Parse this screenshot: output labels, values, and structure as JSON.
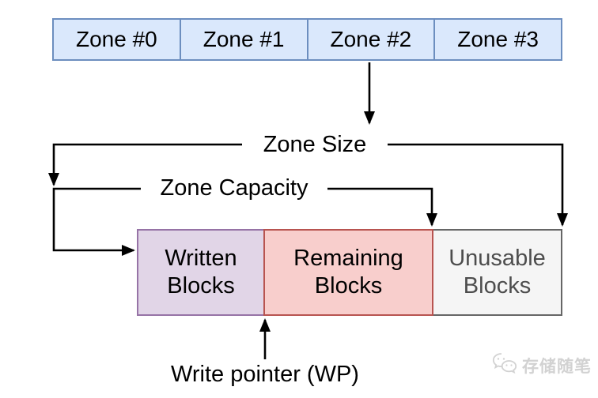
{
  "diagram": {
    "zones": [
      "Zone #0",
      "Zone #1",
      "Zone #2",
      "Zone #3"
    ],
    "labels": {
      "zone_size": "Zone Size",
      "zone_capacity": "Zone Capacity",
      "write_pointer": "Write pointer (WP)"
    },
    "blocks": [
      {
        "label": "Written Blocks",
        "fill": "#e1d5e7",
        "border": "#9673a6",
        "text_color": "#000000"
      },
      {
        "label": "Remaining Blocks",
        "fill": "#f8cecc",
        "border": "#b85450",
        "text_color": "#000000"
      },
      {
        "label": "Unusable Blocks",
        "fill": "#f5f5f5",
        "border": "#666666",
        "text_color": "#4d4d4d"
      }
    ],
    "colors": {
      "zone_fill": "#dae8fc",
      "zone_border": "#6c8ebf",
      "arrow": "#000000",
      "watermark": "#d2d2d2"
    },
    "watermark": {
      "icon": "chat-bubbles-icon",
      "text": "存储随笔"
    }
  }
}
